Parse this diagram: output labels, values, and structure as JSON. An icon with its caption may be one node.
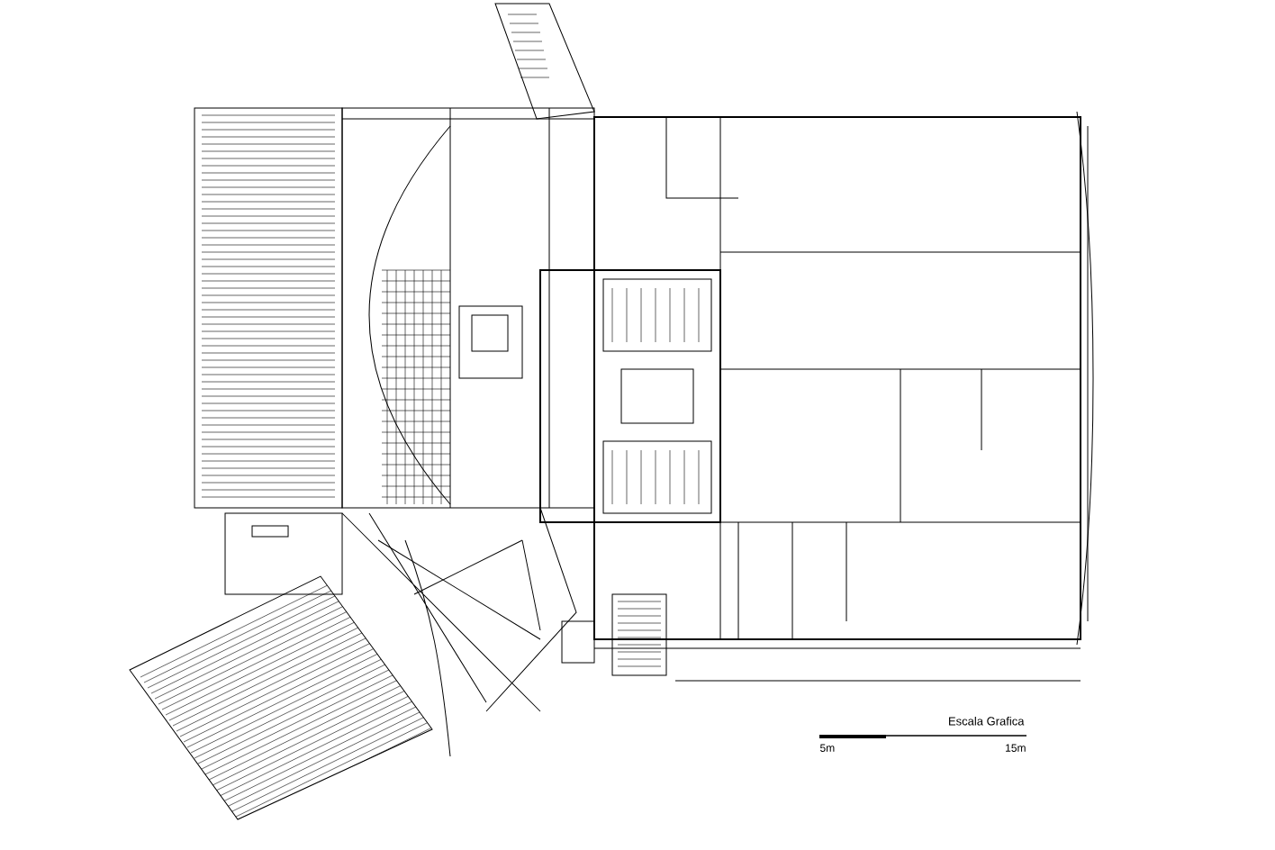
{
  "diagram": {
    "labels": [
      "Escala Grafica",
      "5m",
      "15m"
    ]
  }
}
